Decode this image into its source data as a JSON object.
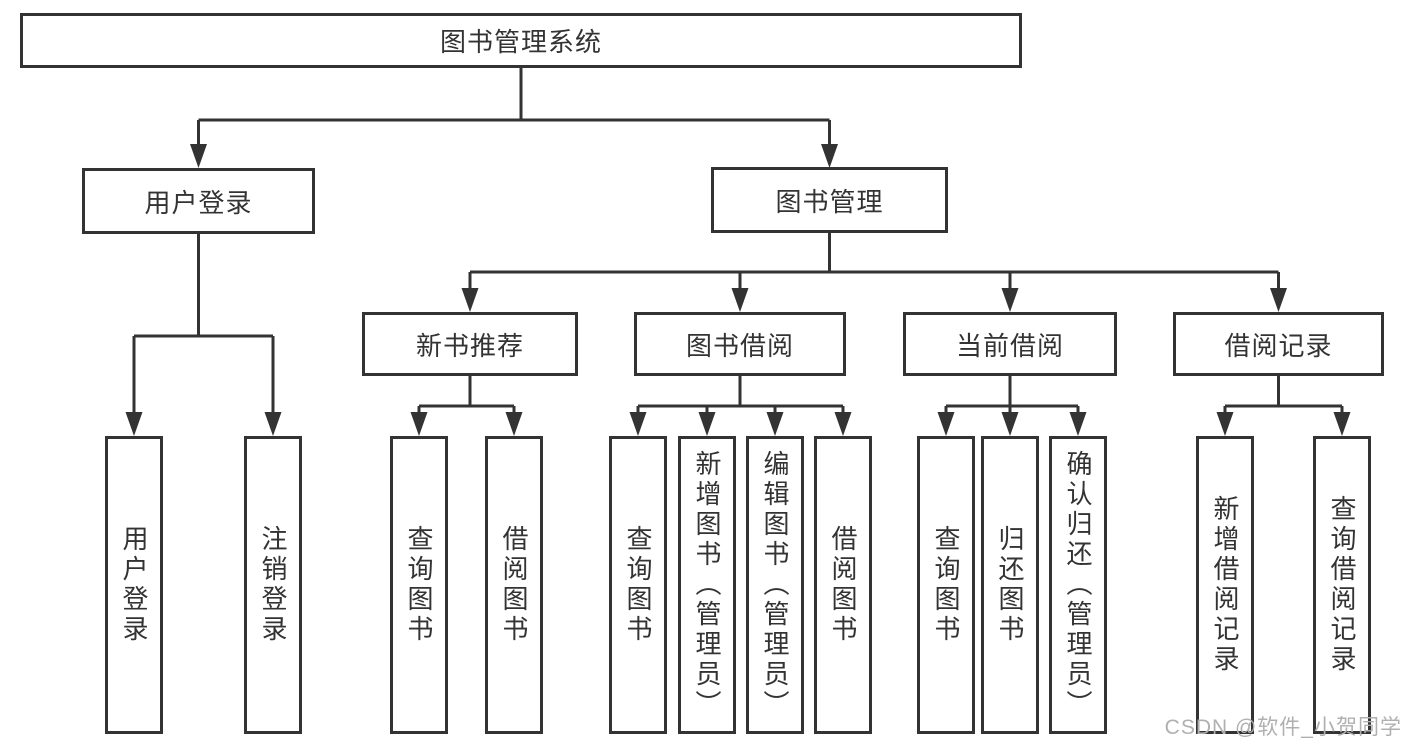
{
  "diagram": {
    "title": "图书管理系统",
    "colors": {
      "line": "#333333",
      "text": "#333333",
      "box_background": "#ffffff",
      "page_background": "#ffffff",
      "watermark": "#b0b0b0"
    },
    "tree": {
      "label": "图书管理系统",
      "children": [
        {
          "label": "用户登录",
          "children": [
            {
              "label": "用户登录"
            },
            {
              "label": "注销登录"
            }
          ]
        },
        {
          "label": "图书管理",
          "children": [
            {
              "label": "新书推荐",
              "children": [
                {
                  "label": "查询图书"
                },
                {
                  "label": "借阅图书"
                }
              ]
            },
            {
              "label": "图书借阅",
              "children": [
                {
                  "label": "查询图书"
                },
                {
                  "label": "新增图书（管理员）"
                },
                {
                  "label": "编辑图书（管理员）"
                },
                {
                  "label": "借阅图书"
                }
              ]
            },
            {
              "label": "当前借阅",
              "children": [
                {
                  "label": "查询图书"
                },
                {
                  "label": "归还图书"
                },
                {
                  "label": "确认归还（管理员）"
                }
              ]
            },
            {
              "label": "借阅记录",
              "children": [
                {
                  "label": "新增借阅记录"
                },
                {
                  "label": "查询借阅记录"
                }
              ]
            }
          ]
        }
      ]
    }
  },
  "watermark": {
    "text": "CSDN @软件_小贺同学"
  }
}
